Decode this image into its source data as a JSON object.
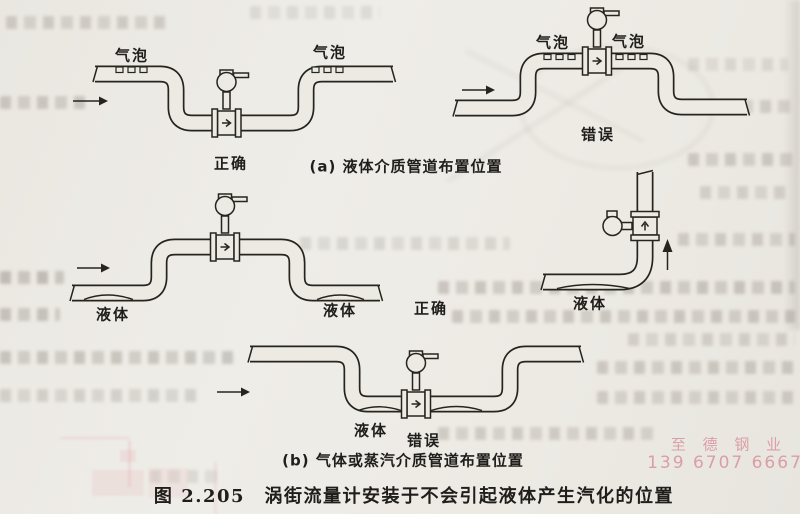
{
  "figure": {
    "caption": "图 2.205　涡街流量计安装于不会引起液体产生汽化的位置",
    "section_a_caption": "(a) 液体介质管道布置位置",
    "section_b_caption": "(b) 气体或蒸汽介质管道布置位置"
  },
  "diagrams": {
    "liquid_dip_correct": {
      "bubble_left": "气泡",
      "bubble_right": "气泡",
      "verdict": "正确"
    },
    "liquid_hump_wrong": {
      "bubble_left": "气泡",
      "bubble_right": "气泡",
      "verdict": "错误"
    },
    "gas_hump_correct": {
      "liquid_left": "液体",
      "liquid_right": "液体",
      "verdict": "正确"
    },
    "gas_vertical_correct": {
      "liquid": "液体"
    },
    "gas_dip_wrong": {
      "liquid": "液体",
      "verdict": "错误"
    }
  },
  "watermark": {
    "company": "至 德 钢 业",
    "phone": "139 6707 6667",
    "color": "#da9ba2"
  },
  "colors": {
    "paper": "#edeae4",
    "ink": "#26241f"
  }
}
